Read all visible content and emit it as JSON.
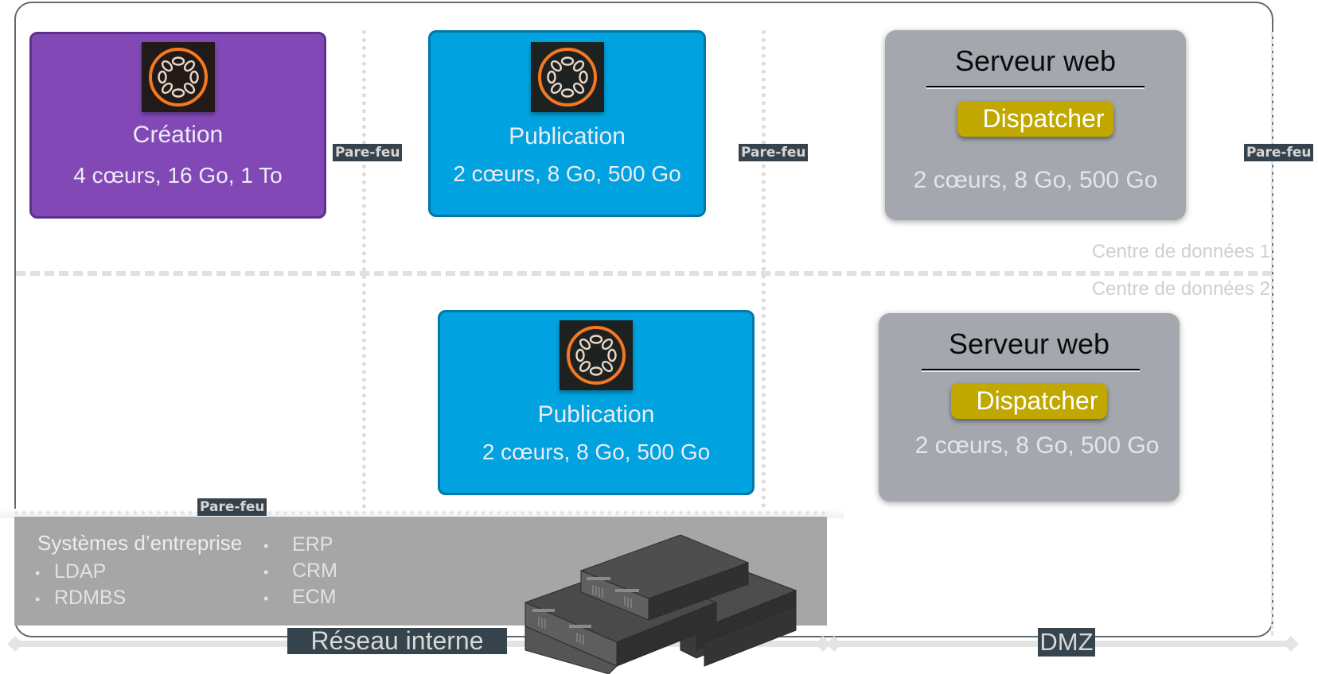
{
  "diagram": {
    "firewall_label": "Pare-feu",
    "nodes": {
      "author": {
        "title": "Création",
        "spec": "4 cœurs, 16 Go, 1 To",
        "color": "#8249b6",
        "icon": "aem-icon"
      },
      "publish_dc1": {
        "title": "Publication",
        "spec": "2 cœurs, 8 Go, 500 Go",
        "color": "#00a3e0",
        "icon": "aem-icon"
      },
      "publish_dc2": {
        "title": "Publication",
        "spec": "2 cœurs, 8 Go, 500 Go",
        "color": "#00a3e0",
        "icon": "aem-icon"
      },
      "web_dc1": {
        "title": "Serveur web",
        "badge": "Dispatcher",
        "spec": "2 cœurs, 8 Go, 500 Go",
        "color": "#a4a8ae",
        "badge_color": "#c1a800"
      },
      "web_dc2": {
        "title": "Serveur web",
        "badge": "Dispatcher",
        "spec": "2 cœurs, 8 Go, 500 Go",
        "color": "#a4a8ae",
        "badge_color": "#c1a800"
      }
    },
    "datacenters": [
      "Centre de données 1",
      "Centre de données 2"
    ],
    "enterprise": {
      "title": "Systèmes d’entreprise",
      "col1": [
        "LDAP",
        "RDMBS"
      ],
      "col2": [
        "ERP",
        "CRM",
        "ECM"
      ],
      "bullet": "•",
      "icon": "server-stack-icon"
    },
    "zones": {
      "internal": "Réseau interne",
      "dmz": "DMZ"
    }
  }
}
